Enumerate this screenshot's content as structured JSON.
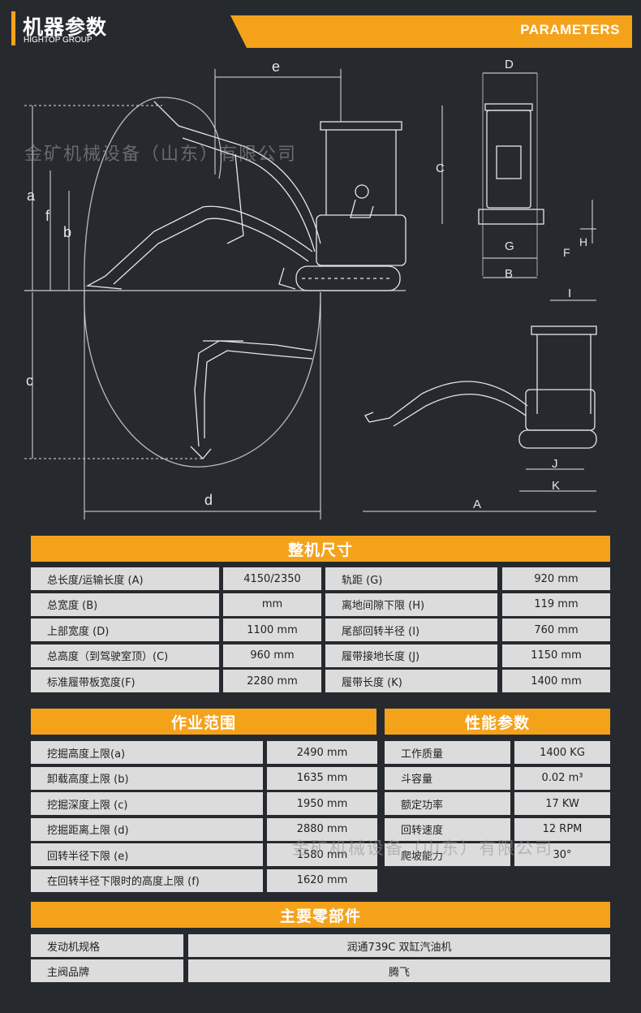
{
  "header": {
    "title": "机器参数",
    "subtitle": "HIGHTOP GROUP",
    "parameters_label": "PARAMETERS"
  },
  "watermark": "金矿机械设备（山东）有限公司",
  "diagram_labels": {
    "a": "a",
    "b": "b",
    "c": "c",
    "d": "d",
    "e": "e",
    "f": "f",
    "A": "A",
    "B": "B",
    "C": "C",
    "D": "D",
    "F": "F",
    "G": "G",
    "H": "H",
    "I": "I",
    "J": "J",
    "K": "K"
  },
  "dimensions": {
    "title": "整机尺寸",
    "rows": [
      {
        "l1": "总长度/运输长度 (A)",
        "v1": "4150/2350",
        "l2": "轨距 (G)",
        "v2": "920 mm"
      },
      {
        "l1": "总宽度 (B)",
        "v1": "mm",
        "l2": "离地间隙下限 (H)",
        "v2": "119 mm"
      },
      {
        "l1": "上部宽度 (D)",
        "v1": "1100 mm",
        "l2": "尾部回转半径 (I)",
        "v2": "760 mm"
      },
      {
        "l1": "总高度（到驾驶室顶）(C)",
        "v1": "960 mm",
        "l2": "履带接地长度 (J)",
        "v2": "1150 mm"
      },
      {
        "l1": "标准履带板宽度(F)",
        "v1": "2280 mm",
        "l2": "履带长度 (K)",
        "v2": "1400 mm"
      }
    ]
  },
  "working_range": {
    "title": "作业范围",
    "rows": [
      {
        "label": "挖掘高度上限(a)",
        "value": "2490 mm"
      },
      {
        "label": "卸载高度上限 (b)",
        "value": "1635 mm"
      },
      {
        "label": "挖掘深度上限 (c)",
        "value": "1950 mm"
      },
      {
        "label": "挖掘距离上限 (d)",
        "value": "2880 mm"
      },
      {
        "label": "回转半径下限 (e)",
        "value": "1580 mm"
      },
      {
        "label": "在回转半径下限时的高度上限 (f)",
        "value": "1620 mm"
      }
    ]
  },
  "performance": {
    "title": "性能参数",
    "rows": [
      {
        "label": "工作质量",
        "value": "1400 KG"
      },
      {
        "label": "斗容量",
        "value": "0.02 m³"
      },
      {
        "label": "额定功率",
        "value": "17 KW"
      },
      {
        "label": "回转速度",
        "value": "12 RPM"
      },
      {
        "label": "爬坡能力",
        "value": "30°"
      }
    ]
  },
  "components": {
    "title": "主要零部件",
    "rows": [
      {
        "label": "发动机规格",
        "value": "润通739C  双缸汽油机"
      },
      {
        "label": "主阀品牌",
        "value": "腾飞"
      }
    ]
  },
  "colors": {
    "accent": "#f5a21b",
    "background": "#262a2f",
    "cell": "#dcdcdc"
  }
}
